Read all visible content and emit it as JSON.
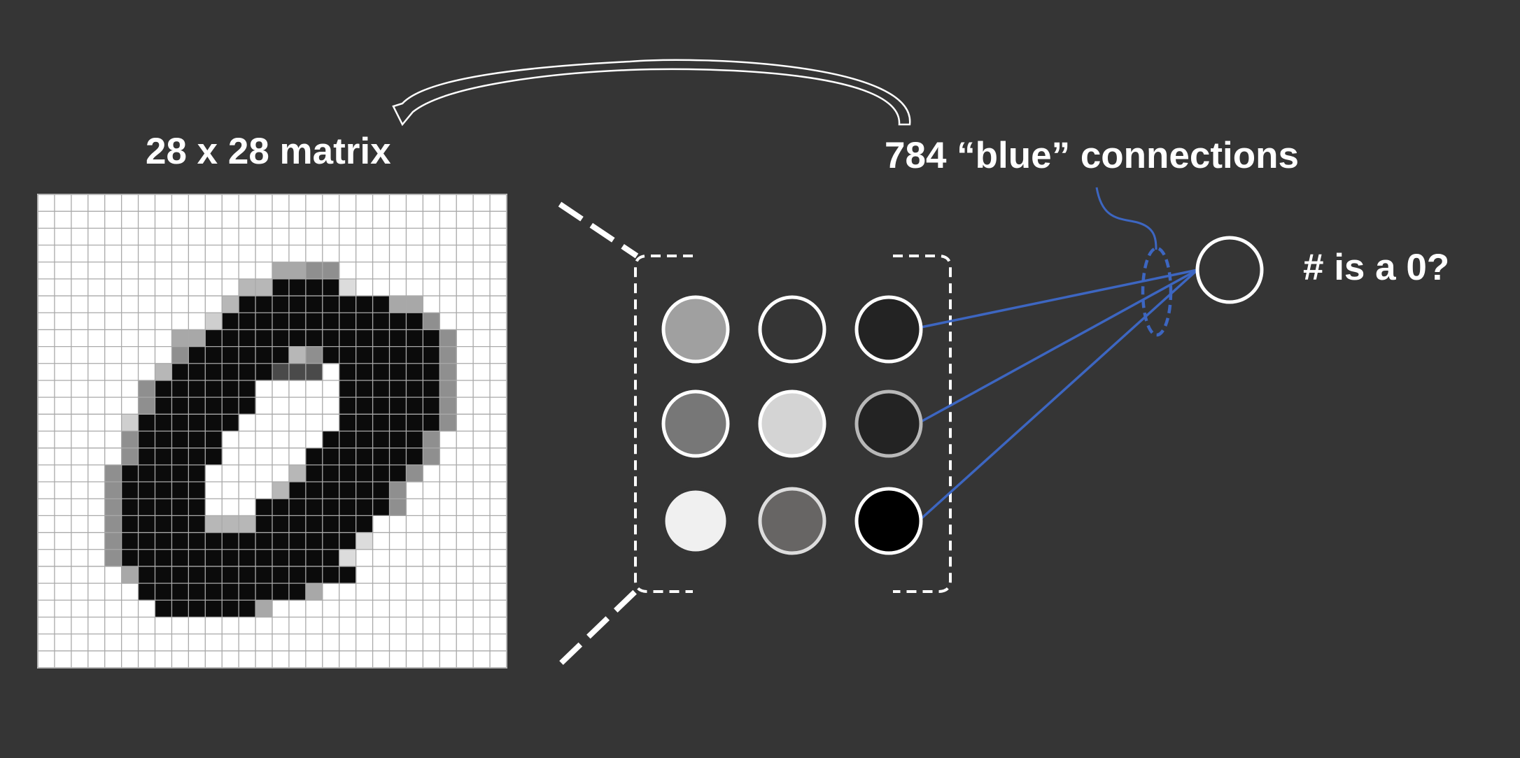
{
  "labels": {
    "matrix_title": "28 x 28 matrix",
    "connections_title": "784 “blue” connections",
    "output_question": "# is a 0?"
  },
  "colors": {
    "background": "#353535",
    "connection_line": "#3d66c1",
    "outline": "#ffffff"
  },
  "matrix": {
    "size": 28,
    "digit_rows": [
      "............................",
      "............................",
      "............................",
      "............................",
      "..............rrmm..........",
      "............ggbbbbl.........",
      "...........gbbbbbbbbbrr.....",
      "..........ebbbbbbbbbbbbm....",
      "........rrbbbbbbbbbbbbbbm....",
      "........mbbbbbbgmbbbbbbbm...",
      ".......gbbbbbbsss.bbbbbbm...",
      "......mbbbbbb.....bbbbbbm...",
      "......mbbbbbb.....bbbbbbm...",
      ".....ebbbbbb......bbbbbbm...",
      ".....mbbbbb......bbbbbbm....",
      ".....mbbbbb.....bbbbbbbm....",
      "....mbbbbb.....gbbbbbbm.....",
      "....mbbbbb....gbbbbbbm......",
      "....mbbbbb...bbbbbbbbm......",
      "....mbbbbbgggbbbbbbb........",
      "....mbbbbbbbbbbbbbbl........",
      "....mbbbbbbbbbbbbbl.........",
      ".....rbbbbbbbbbbbbb.........",
      "......bbbbbbbbbbr...........",
      ".......bbbbbbr..............",
      "............................",
      "............................",
      "............................"
    ]
  },
  "layer_nodes": [
    {
      "fill": "#a0a0a0",
      "stroke": "#ffffff"
    },
    {
      "fill": "#353535",
      "stroke": "#ffffff"
    },
    {
      "fill": "#232323",
      "stroke": "#ffffff"
    },
    {
      "fill": "#777777",
      "stroke": "#ffffff"
    },
    {
      "fill": "#d4d4d4",
      "stroke": "#ffffff"
    },
    {
      "fill": "#232323",
      "stroke": "#b8b8b8"
    },
    {
      "fill": "#f0f0f0",
      "stroke": "#353535"
    },
    {
      "fill": "#676564",
      "stroke": "#dddddd"
    },
    {
      "fill": "#000000",
      "stroke": "#ffffff"
    }
  ],
  "connected_node_indices": [
    2,
    5,
    8
  ],
  "output_node": {
    "fill": "#353535",
    "stroke": "#ffffff"
  }
}
